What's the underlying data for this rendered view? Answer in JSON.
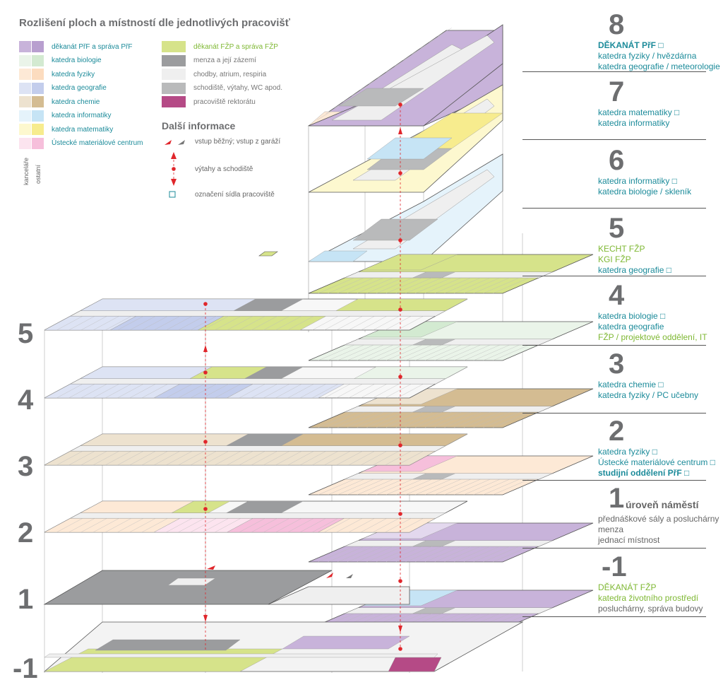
{
  "title": "Rozlišení ploch a místností dle jednotlivých pracovišť",
  "legend_left": [
    {
      "label": "děkanát PřF a správa PřF",
      "c1": "#c8b3da",
      "c2": "#b89fcf"
    },
    {
      "label": "katedra biologie",
      "c1": "#eaf4e9",
      "c2": "#d3ead1"
    },
    {
      "label": "katedra fyziky",
      "c1": "#fde9d6",
      "c2": "#fcdcbf"
    },
    {
      "label": "katedra geografie",
      "c1": "#dde3f4",
      "c2": "#c3cdec"
    },
    {
      "label": "katedra chemie",
      "c1": "#ede2cf",
      "c2": "#d4bc92"
    },
    {
      "label": "katedra informatiky",
      "c1": "#e5f3fb",
      "c2": "#c6e4f5"
    },
    {
      "label": "katedra matematiky",
      "c1": "#fdf8cf",
      "c2": "#f7ec8e"
    },
    {
      "label": "Ústecké materiálové centrum",
      "c1": "#fce4ef",
      "c2": "#f6bfdb"
    }
  ],
  "legend_right": [
    {
      "label": "děkanát FŽP a správa FŽP",
      "color": "#d6e38a",
      "style": "green"
    },
    {
      "label": "menza a její zázemí",
      "color": "#9b9c9e",
      "style": "gray"
    },
    {
      "label": "chodby, atrium, respiria",
      "color": "#efefef",
      "style": "gray"
    },
    {
      "label": "schodiště, výtahy, WC apod.",
      "color": "#b9babb",
      "style": "gray"
    },
    {
      "label": "pracoviště rektorátu",
      "color": "#b54a86",
      "style": "gray"
    }
  ],
  "sub_labels": [
    "kanceláře",
    "ostatní"
  ],
  "info": {
    "title": "Další informace",
    "entry": "vstup běžný; vstup z garáží",
    "lift": "výtahy a schodiště",
    "seat": "označení sídla pracoviště"
  },
  "left_levels": [
    "5",
    "4",
    "3",
    "2",
    "1",
    "-1"
  ],
  "right_levels": [
    {
      "num": "8",
      "lines": [
        {
          "text": "DĚKANÁT PřF □",
          "cls": "teal bold"
        },
        {
          "text": "katedra fyziky / hvězdárna",
          "cls": "teal"
        },
        {
          "text": "katedra geografie / meteorologie",
          "cls": "teal"
        }
      ]
    },
    {
      "num": "7",
      "lines": [
        {
          "text": "katedra matematiky □",
          "cls": "teal"
        },
        {
          "text": "katedra informatiky",
          "cls": "teal"
        }
      ]
    },
    {
      "num": "6",
      "lines": [
        {
          "text": "katedra informatiky □",
          "cls": "teal"
        },
        {
          "text": "katedra biologie / skleník",
          "cls": "teal"
        }
      ]
    },
    {
      "num": "5",
      "lines": [
        {
          "text": "KECHT FŽP",
          "cls": "green"
        },
        {
          "text": "KGI FŽP",
          "cls": "green"
        },
        {
          "text": "katedra geografie □",
          "cls": "teal"
        }
      ]
    },
    {
      "num": "4",
      "lines": [
        {
          "text": "katedra biologie □",
          "cls": "teal"
        },
        {
          "text": "katedra geografie",
          "cls": "teal"
        },
        {
          "text": "FŽP / projektové oddělení, IT",
          "cls": "green"
        }
      ]
    },
    {
      "num": "3",
      "lines": [
        {
          "text": "katedra chemie □",
          "cls": "teal"
        },
        {
          "text": "katedra fyziky / PC učebny",
          "cls": "teal"
        }
      ]
    },
    {
      "num": "2",
      "lines": [
        {
          "text": "katedra fyziky □",
          "cls": "teal"
        },
        {
          "text": "Ústecké materiálové centrum □",
          "cls": "teal"
        },
        {
          "text": "studijní oddělení PřF □",
          "cls": "teal bold"
        }
      ]
    },
    {
      "num": "1",
      "heading": "úroveň náměstí",
      "lines": [
        {
          "text": "přednáškové sály a posluchárny",
          "cls": "gray"
        },
        {
          "text": "menza",
          "cls": "gray"
        },
        {
          "text": "jednací místnost",
          "cls": "gray"
        }
      ]
    },
    {
      "num": "-1",
      "lines": [
        {
          "text": "DĚKANÁT FŽP",
          "cls": "green"
        },
        {
          "text": "katedra životního prostředí",
          "cls": "green"
        },
        {
          "text": "posluchárny, správa budovy",
          "cls": "gray"
        }
      ]
    }
  ],
  "colors": {
    "accent_red": "#e0262b",
    "text_gray": "#6d6e70",
    "teal": "#1c8b9a",
    "green": "#7fb834"
  }
}
